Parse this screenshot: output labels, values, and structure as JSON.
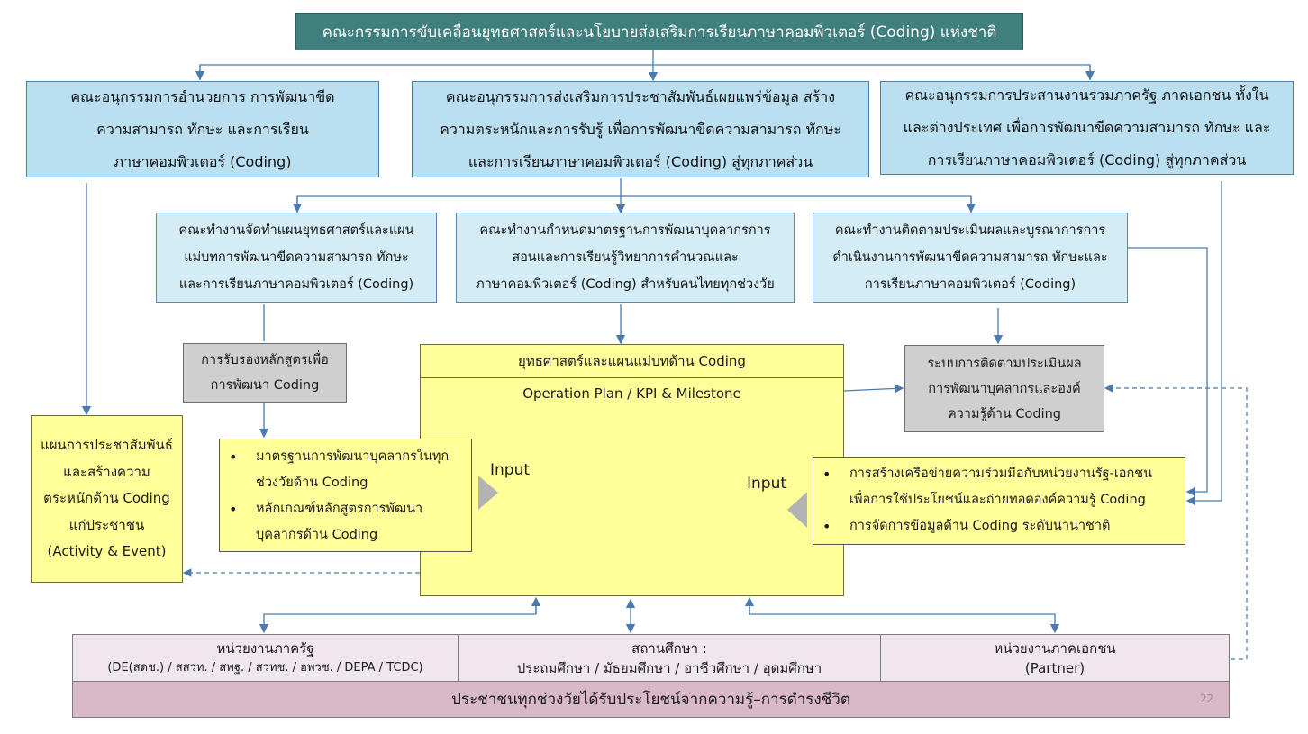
{
  "top_committee": "คณะกรรมการขับเคลื่อนยุทธศาสตร์และนโยบายส่งเสริมการเรียนภาษาคอมพิวเตอร์ (Coding) แห่งชาติ",
  "subcommittees": [
    {
      "lines": [
        "คณะอนุกรรมการอำนวยการ การพัฒนาขีด",
        "ความสามารถ ทักษะ และการเรียน",
        "ภาษาคอมพิวเตอร์ (Coding)"
      ]
    },
    {
      "lines": [
        "คณะอนุกรรมการส่งเสริมการประชาสัมพันธ์เผยแพร่ข้อมูล สร้าง",
        "ความตระหนักและการรับรู้ เพื่อการพัฒนาขีดความสามารถ ทักษะ",
        "และการเรียนภาษาคอมพิวเตอร์ (Coding) สู่ทุกภาคส่วน"
      ]
    },
    {
      "lines": [
        "คณะอนุกรรมการประสานงานร่วมภาครัฐ ภาคเอกชน ทั้งใน",
        "และต่างประเทศ เพื่อการพัฒนาขีดความสามารถ ทักษะ และ",
        "การเรียนภาษาคอมพิวเตอร์ (Coding) สู่ทุกภาคส่วน"
      ]
    }
  ],
  "working_groups": [
    {
      "lines": [
        "คณะทำงานจัดทำแผนยุทธศาสตร์และแผน",
        "แม่บทการพัฒนาขีดความสามารถ ทักษะ",
        "และการเรียนภาษาคอมพิวเตอร์ (Coding)"
      ]
    },
    {
      "lines": [
        "คณะทำงานกำหนดมาตรฐานการพัฒนาบุคลากรการ",
        "สอนและการเรียนรู้วิทยาการคำนวณและ",
        "ภาษาคอมพิวเตอร์ (Coding) สำหรับคนไทยทุกช่วงวัย"
      ]
    },
    {
      "lines": [
        "คณะทำงานติดตามประเมินผลและบูรณาการการ",
        "ดำเนินงานการพัฒนาขีดความสามารถ ทักษะและ",
        "การเรียนภาษาคอมพิวเตอร์ (Coding)"
      ]
    }
  ],
  "certification": {
    "lines": [
      "การรับรองหลักสูตรเพื่อ",
      "การพัฒนา Coding"
    ]
  },
  "monitoring": {
    "lines": [
      "ระบบการติดตามประเมินผล",
      "การพัฒนาบุคลากรและองค์",
      "ความรู้ด้าน Coding"
    ]
  },
  "pr_plan": {
    "lines": [
      "แผนการประชาสัมพันธ์",
      "และสร้างความ",
      "ตระหนักด้าน Coding",
      "แก่ประชาชน",
      "(Activity & Event)"
    ]
  },
  "strategy": {
    "title": "ยุทธศาสตร์และแผนแม่บทด้าน Coding",
    "subtitle": "Operation Plan / KPI & Milestone"
  },
  "left_input": {
    "label": "Input",
    "bullets": [
      {
        "lines": [
          "มาตรฐานการพัฒนาบุคลากรในทุก",
          "ช่วงวัยด้าน Coding"
        ]
      },
      {
        "lines": [
          "หลักเกณฑ์หลักสูตรการพัฒนา",
          "บุคลากรด้าน Coding"
        ]
      }
    ]
  },
  "right_input": {
    "label": "Input",
    "bullets": [
      {
        "lines": [
          "การสร้างเครือข่ายความร่วมมือกับหน่วยงานรัฐ-เอกชน",
          "เพื่อการใช้ประโยชน์และถ่ายทอดองค์ความรู้ Coding"
        ]
      },
      {
        "lines": [
          "การจัดการข้อมูลด้าน Coding ระดับนานาชาติ"
        ]
      }
    ]
  },
  "stakeholders": [
    {
      "title": "หน่วยงานภาครัฐ",
      "detail": "(DE(สดช.) / สสวท. / สพฐ. / สวทช. / อพวช. / DEPA / TCDC)"
    },
    {
      "title": "สถานศึกษา :",
      "detail": "ประถมศึกษา / มัธยมศึกษา / อาชีวศึกษา / อุดมศึกษา"
    },
    {
      "title": "หน่วยงานภาคเอกชน",
      "detail": "(Partner)"
    }
  ],
  "outcome": "ประชาชนทุกช่วงวัยได้รับประโยชน์จากความรู้–การดำรงชีวิต",
  "page_number": "22",
  "colors": {
    "top": "#3f7f7d",
    "subcommittee": "#b9dff0",
    "working_group": "#d4ecf6",
    "gray": "#cfcfcf",
    "yellow": "#ffff99",
    "stakeholder": "#efe6ee",
    "outcome": "#d9b9c8",
    "connector": "#4a7ab0"
  }
}
